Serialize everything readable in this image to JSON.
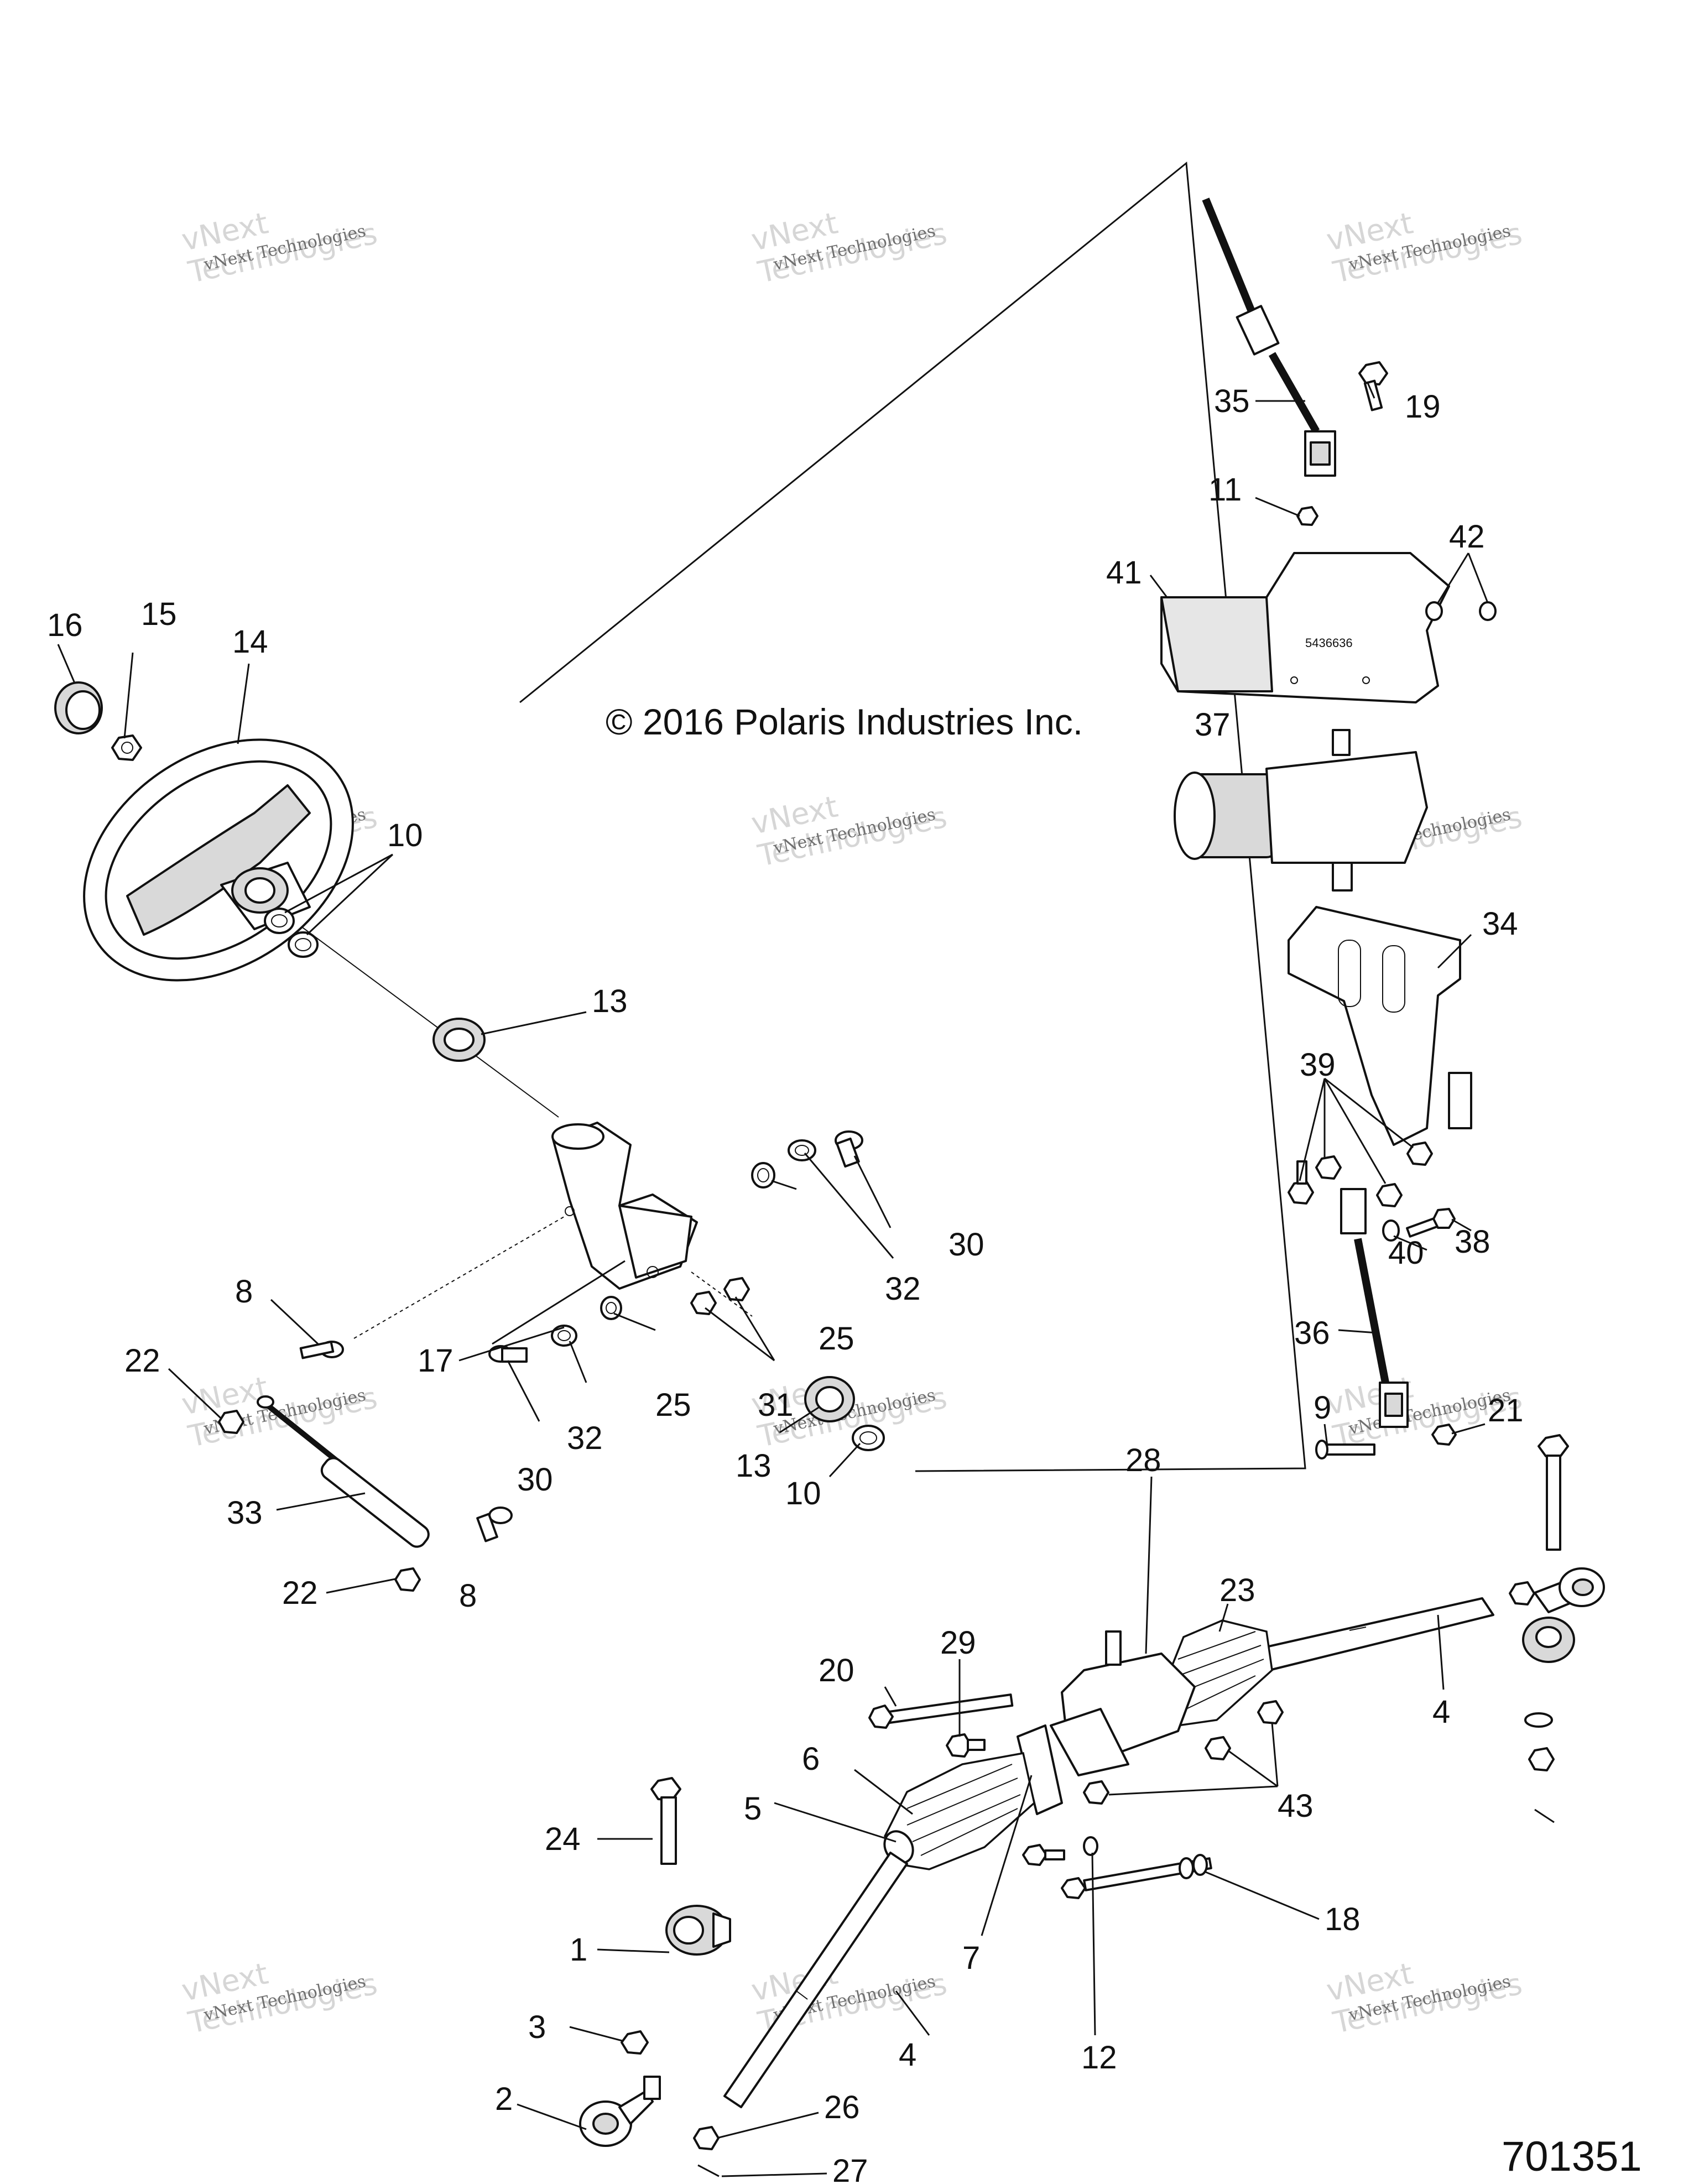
{
  "copyright": "© 2016 Polaris Industries Inc.",
  "figure_number": "701351",
  "watermark": {
    "line1": "vNext Technologies",
    "line2": "vNext\nTechnologies"
  },
  "callouts": {
    "c1": "1",
    "c2": "2",
    "c3": "3",
    "c4a": "4",
    "c4b": "4",
    "c5": "5",
    "c6": "6",
    "c7": "7",
    "c8a": "8",
    "c8b": "8",
    "c9": "9",
    "c10a": "10",
    "c10b": "10",
    "c11": "11",
    "c12": "12",
    "c13a": "13",
    "c13b": "13",
    "c14": "14",
    "c15": "15",
    "c16": "16",
    "c17": "17",
    "c18": "18",
    "c19": "19",
    "c20": "20",
    "c21": "21",
    "c22a": "22",
    "c22b": "22",
    "c23": "23",
    "c24": "24",
    "c25a": "25",
    "c25b": "25",
    "c26": "26",
    "c27": "27",
    "c28": "28",
    "c29": "29",
    "c30a": "30",
    "c30b": "30",
    "c31": "31",
    "c32a": "32",
    "c32b": "32",
    "c33": "33",
    "c34": "34",
    "c35": "35",
    "c36": "36",
    "c37": "37",
    "c38": "38",
    "c39": "39",
    "c40": "40",
    "c41": "41",
    "c42": "42",
    "c43": "43"
  },
  "part_label": "5436636"
}
